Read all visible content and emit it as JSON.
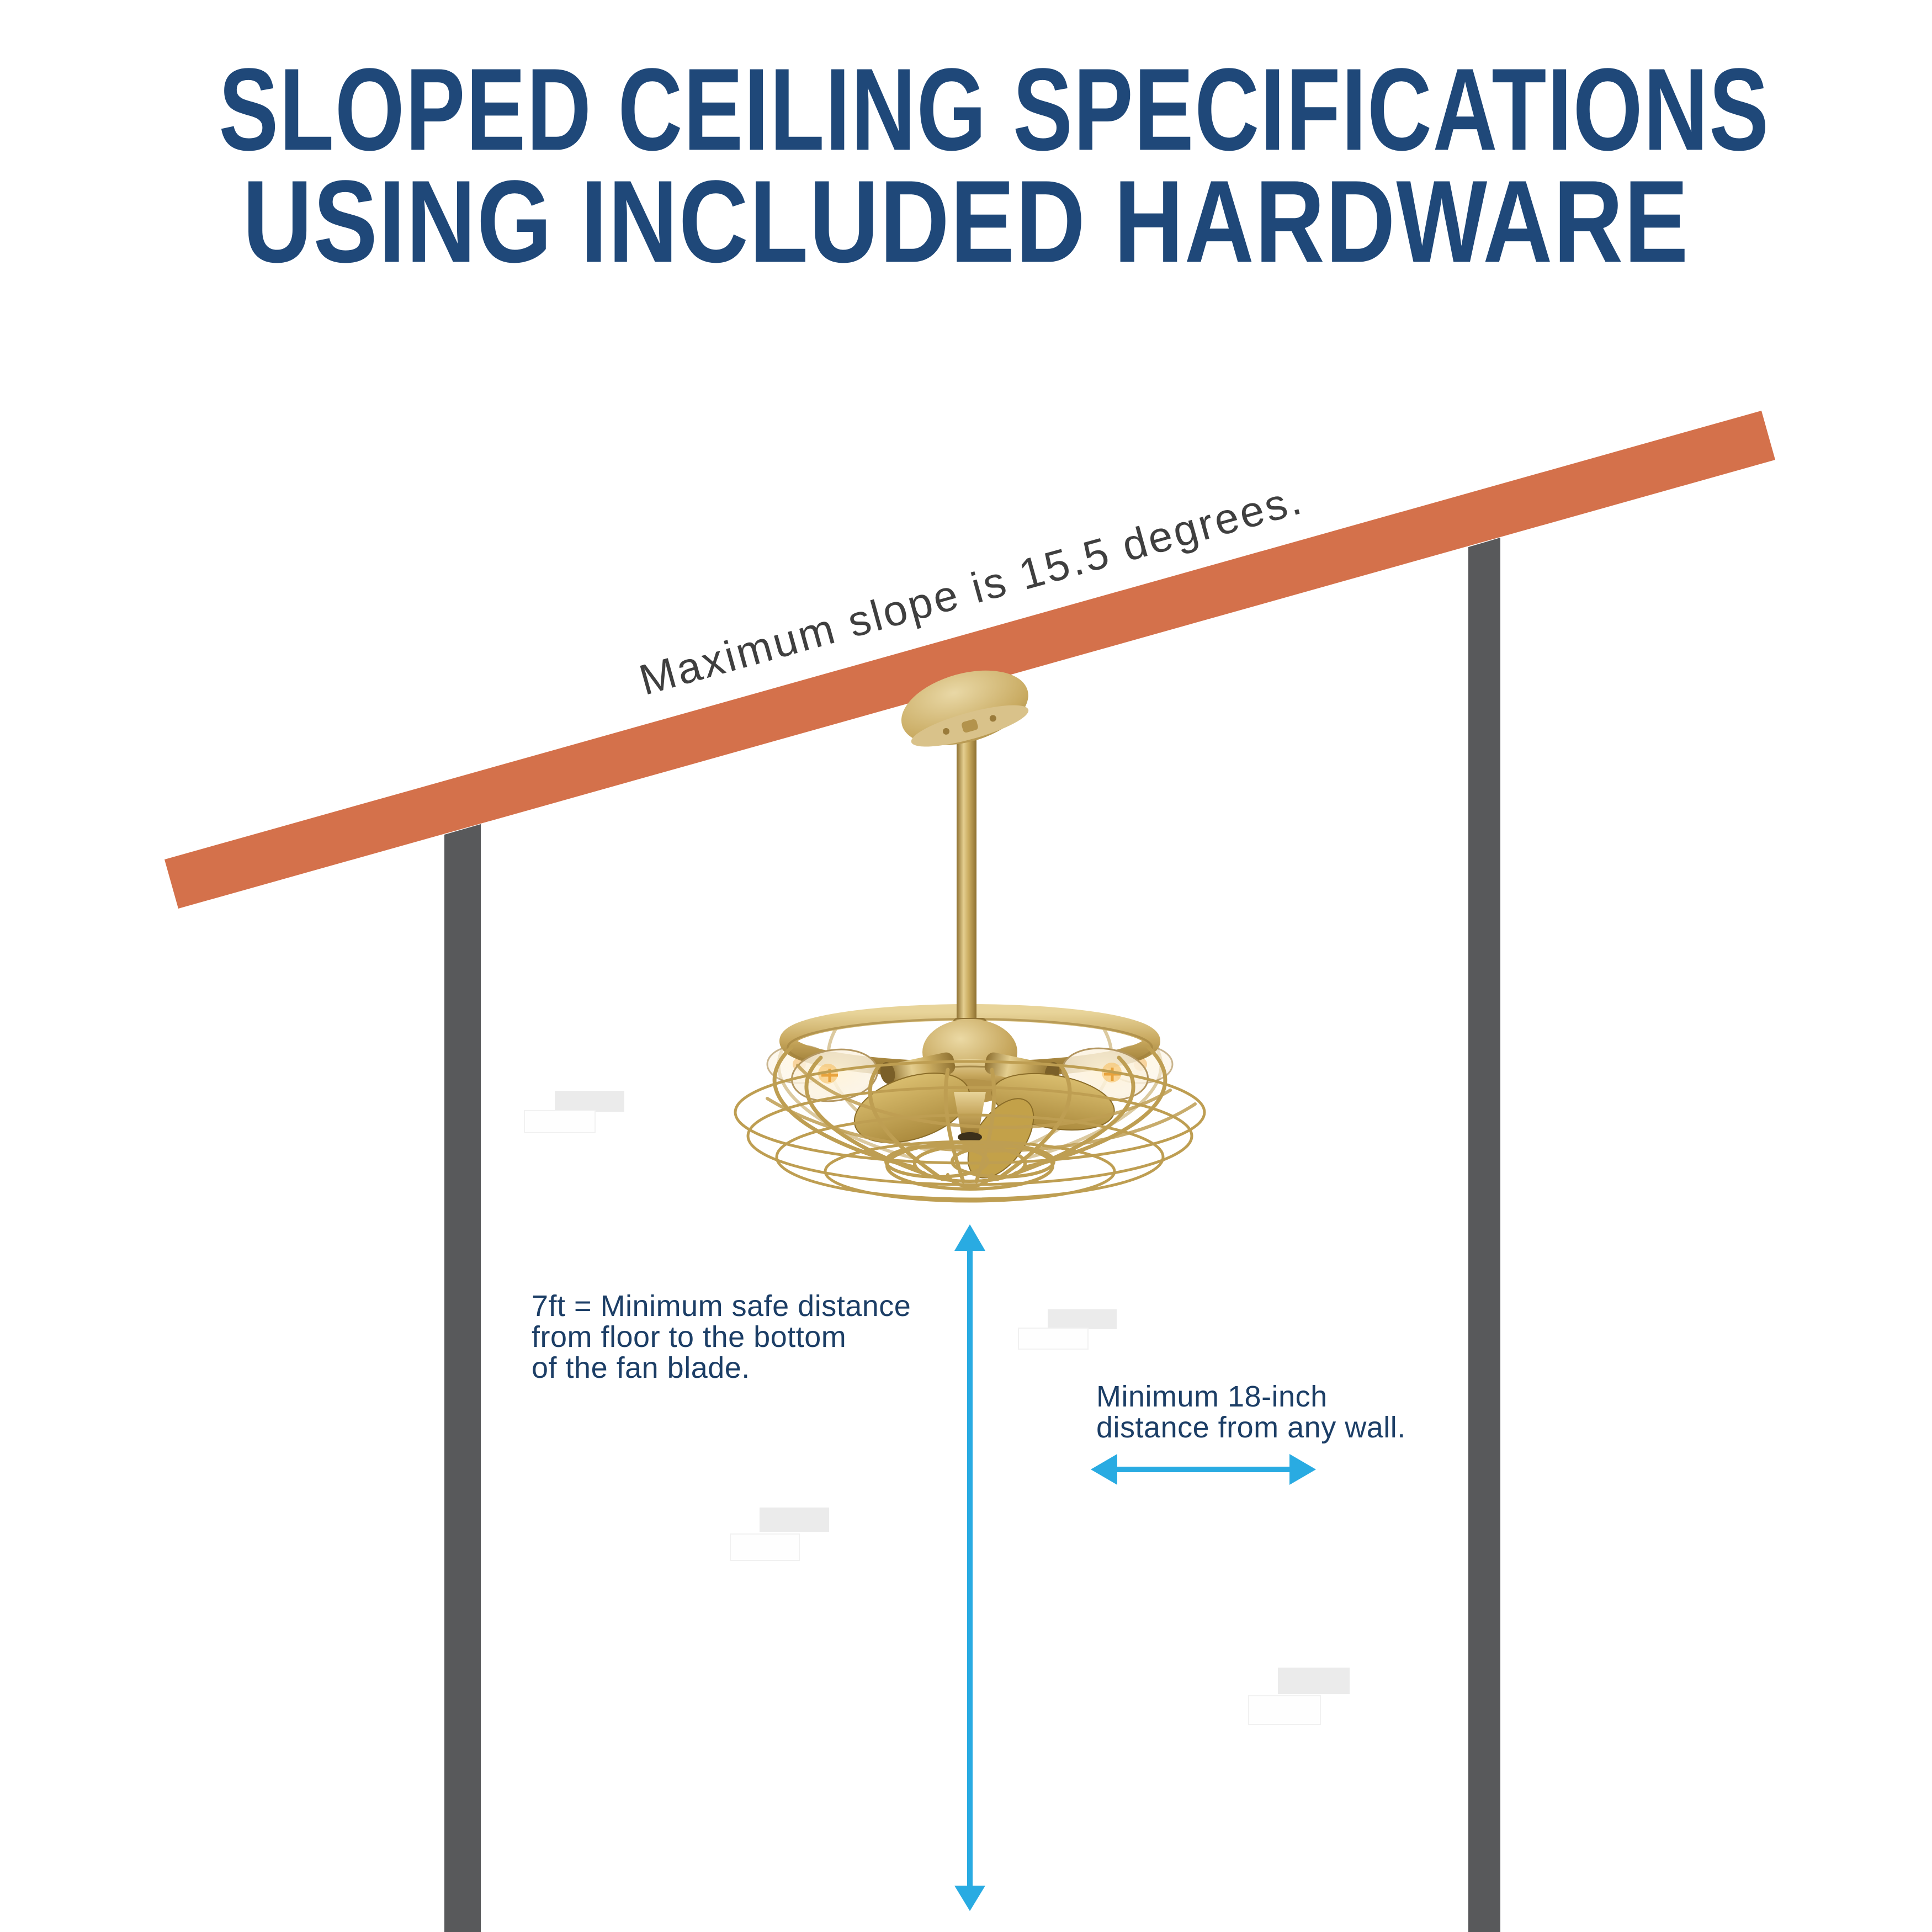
{
  "title": {
    "line1": "SLOPED CEILING SPECIFICATIONS",
    "line2": "USING INCLUDED HARDWARE"
  },
  "notes": {
    "slope": "Maximum slope is 15.5 degrees.",
    "floor_lines": [
      "7ft = Minimum safe distance",
      "from floor to the bottom",
      "of the fan blade."
    ],
    "wall_lines": [
      "Minimum 18-inch",
      "distance from any wall."
    ]
  },
  "measurements": {
    "max_slope_degrees": "15.5",
    "min_floor_clearance": "7ft",
    "min_wall_distance": "18-inch"
  },
  "colors": {
    "title-navy": "#1F4879",
    "text-navy": "#1C3E66",
    "beam-orange": "#D4714B",
    "wall-gray": "#58595B",
    "accent-cyan": "#29ABE2",
    "brass": "#BE9E52",
    "slope-text-gray": "#3F3F3F"
  }
}
